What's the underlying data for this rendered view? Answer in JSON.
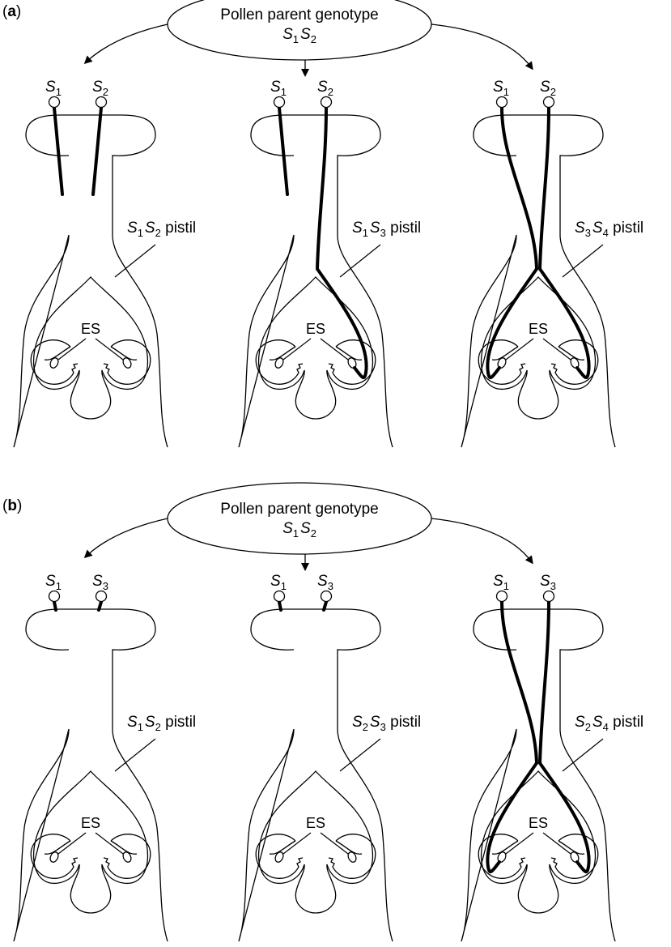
{
  "panels": [
    {
      "label_prefix": "(",
      "label_letter": "a",
      "label_suffix": ")",
      "pollen_parent_text": "Pollen parent genotype",
      "pollen_parent": [
        "S",
        "1",
        "S",
        "2"
      ],
      "pistils": [
        {
          "alleles": [
            [
              "S",
              "1"
            ],
            [
              "S",
              "2"
            ]
          ],
          "genotype": [
            "S",
            "1",
            "S",
            "2"
          ],
          "label_suffix": " pistil",
          "es_label": "ES",
          "tubes": [
            "short",
            "short"
          ]
        },
        {
          "alleles": [
            [
              "S",
              "1"
            ],
            [
              "S",
              "2"
            ]
          ],
          "genotype": [
            "S",
            "1",
            "S",
            "3"
          ],
          "label_suffix": " pistil",
          "es_label": "ES",
          "tubes": [
            "short",
            "to-ovule"
          ]
        },
        {
          "alleles": [
            [
              "S",
              "1"
            ],
            [
              "S",
              "2"
            ]
          ],
          "genotype": [
            "S",
            "3",
            "S",
            "4"
          ],
          "label_suffix": " pistil",
          "es_label": "ES",
          "tubes": [
            "to-ovule",
            "to-ovule"
          ]
        }
      ]
    },
    {
      "label_prefix": "(",
      "label_letter": "b",
      "label_suffix": ")",
      "pollen_parent_text": "Pollen parent genotype",
      "pollen_parent": [
        "S",
        "1",
        "S",
        "2"
      ],
      "pistils": [
        {
          "alleles": [
            [
              "S",
              "1"
            ],
            [
              "S",
              "3"
            ]
          ],
          "genotype": [
            "S",
            "1",
            "S",
            "2"
          ],
          "label_suffix": " pistil",
          "es_label": "ES",
          "tubes": [
            "stub",
            "stub"
          ]
        },
        {
          "alleles": [
            [
              "S",
              "1"
            ],
            [
              "S",
              "3"
            ]
          ],
          "genotype": [
            "S",
            "2",
            "S",
            "3"
          ],
          "label_suffix": " pistil",
          "es_label": "ES",
          "tubes": [
            "stub",
            "stub"
          ]
        },
        {
          "alleles": [
            [
              "S",
              "1"
            ],
            [
              "S",
              "3"
            ]
          ],
          "genotype": [
            "S",
            "2",
            "S",
            "4"
          ],
          "label_suffix": " pistil",
          "es_label": "ES",
          "tubes": [
            "to-ovule",
            "to-ovule"
          ]
        }
      ]
    }
  ],
  "colors": {
    "line": "#000000",
    "background": "#ffffff"
  }
}
